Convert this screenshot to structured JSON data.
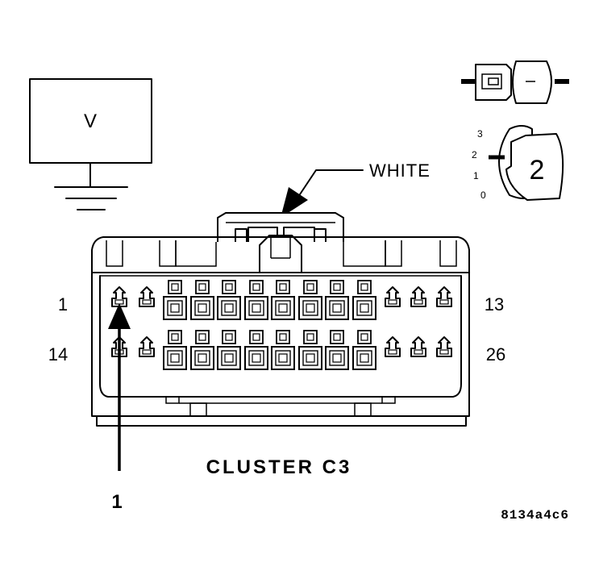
{
  "meter": {
    "label": "V"
  },
  "connector": {
    "color_label": "WHITE",
    "name": "CLUSTER C3",
    "pin_labels": {
      "top_left": "1",
      "top_right": "13",
      "bottom_left": "14",
      "bottom_right": "26"
    }
  },
  "callout": {
    "number": "1"
  },
  "probe_icon": {
    "number": "2",
    "scale_labels": [
      "3",
      "2",
      "1",
      "0"
    ]
  },
  "figure_id": "8134a4c6"
}
